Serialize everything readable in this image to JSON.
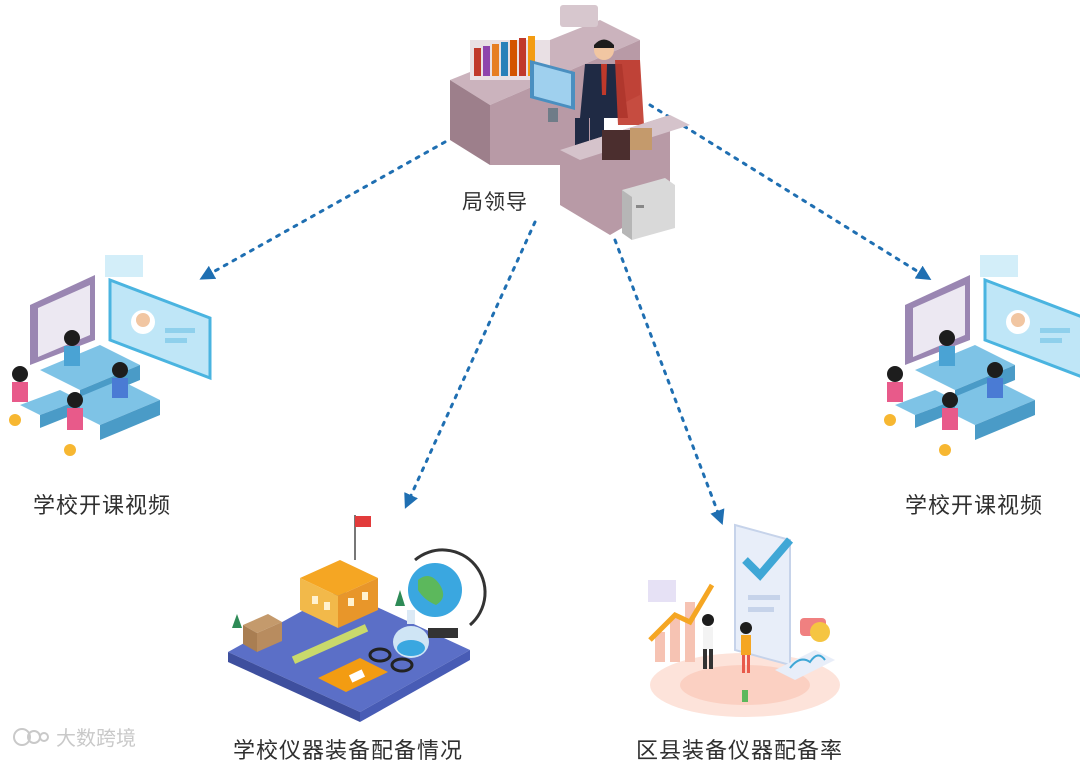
{
  "nodes": {
    "leader": {
      "label": "局领导"
    },
    "school_video_left": {
      "label": "学校开课视频"
    },
    "school_video_right": {
      "label": "学校开课视频"
    },
    "school_equipment": {
      "label": "学校仪器装备配备情况"
    },
    "county_rate": {
      "label": "区县装备仪器配备率"
    }
  },
  "watermark": {
    "text": "大数跨境"
  },
  "colors": {
    "arrow": "#1f6fb2",
    "desk": "#b89aa6",
    "screen": "#3fa7d6",
    "floor": "#5b6fc7"
  }
}
